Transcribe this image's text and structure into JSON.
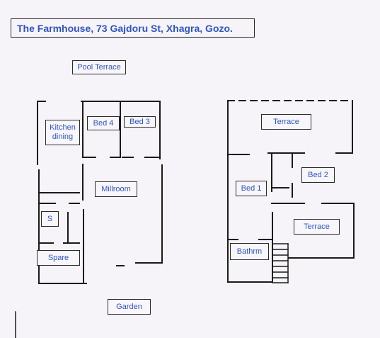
{
  "title": "The Farmhouse, 73 Gajdoru St, Xhagra, Gozo.",
  "labels": {
    "pool_terrace": "Pool Terrace",
    "kitchen_dining": "Kitchen\ndining",
    "bed4": "Bed 4",
    "bed3": "Bed 3",
    "millroom": "Millroom",
    "s": "S",
    "spare": "Spare",
    "garden": "Garden",
    "terrace_top": "Terrace",
    "bed1": "Bed 1",
    "bed2": "Bed 2",
    "terrace_mid": "Terrace",
    "bathrm": "Bathrm"
  },
  "colors": {
    "text": "#2f55c4",
    "line": "#1a1a1a",
    "paper": "#f7f4f9"
  }
}
